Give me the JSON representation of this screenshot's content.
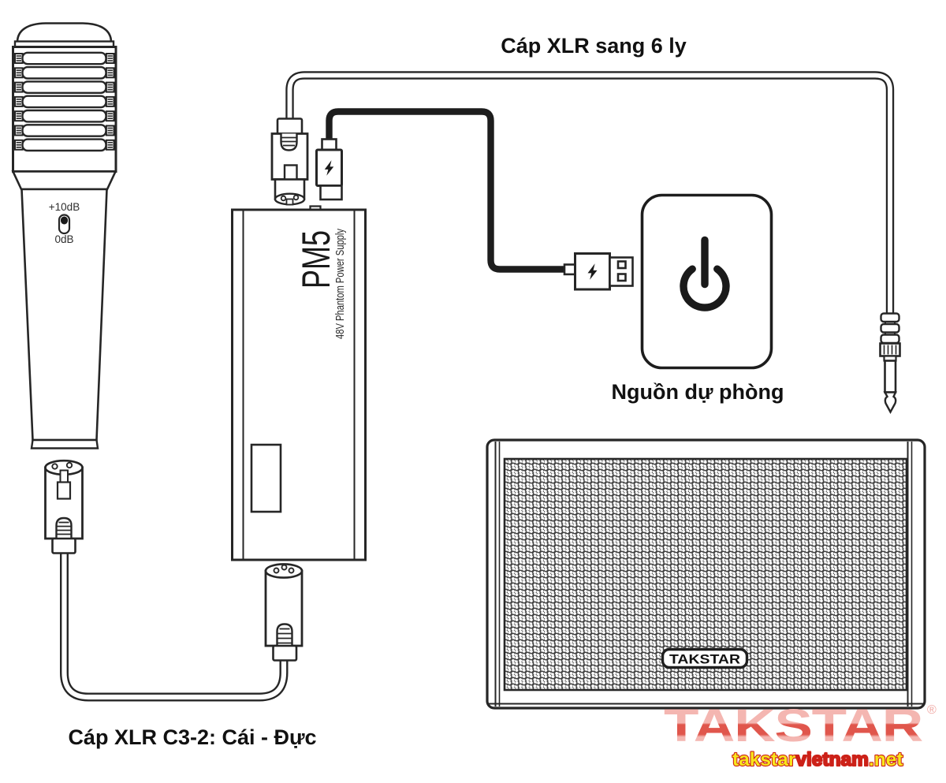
{
  "labels": {
    "cable_xlr_to_6ly": "Cáp XLR sang 6 ly",
    "power_bank": "Nguồn dự phòng",
    "cable_xlr_c32": "Cáp XLR C3-2: Cái - Đực"
  },
  "pm5": {
    "model": "PM5",
    "subtitle": "48V Phantom Power Supply"
  },
  "microphone": {
    "gain_high": "+10dB",
    "gain_low": "0dB"
  },
  "speaker": {
    "badge_text": "TAKSTAR"
  },
  "branding": {
    "logo_text": "TAKSTAR",
    "registered_mark": "®",
    "website_takstar": "takstar",
    "website_vietnam": "vietnam",
    "website_net": ".net",
    "colors": {
      "logo_pink": "#f4b6b1",
      "logo_red": "#e0564c",
      "website_yellow": "#f8e61c",
      "website_red": "#cc2118",
      "line_color": "#262626"
    }
  },
  "icons": {
    "power_icon": "⏻",
    "charge_icon": "⚡"
  }
}
